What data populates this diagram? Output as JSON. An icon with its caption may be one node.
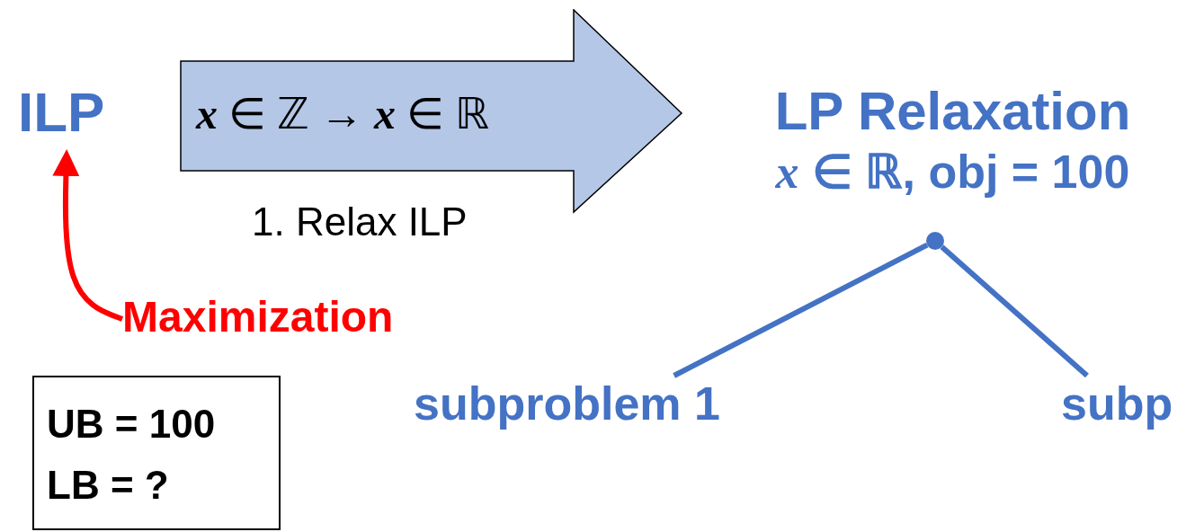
{
  "diagram": {
    "nodes": [
      {
        "text": [
          "ILP"
        ]
      },
      {
        "text": [
          "*x* ∈ ℤ → *x* ∈ ℝ"
        ],
        "beside": [
          "1. Relax ILP"
        ]
      },
      {
        "text": [
          "LP Relaxation",
          "*x* ∈ ℝ, obj = 100"
        ]
      },
      {
        "text": [],
        "shape": "circle"
      },
      {
        "text": [
          "subproblem 1"
        ]
      },
      {
        "text": [
          "subp"
        ]
      },
      {
        "text": [
          "Maximization"
        ]
      },
      {
        "text": [
          "UB = 100",
          "LB = ?"
        ]
      }
    ],
    "edges": [
      {
        "from": 3,
        "to": 4,
        "arrow": "none"
      },
      {
        "from": 3,
        "to": 5,
        "arrow": "none"
      },
      {
        "from": 6,
        "to": 0,
        "arrow": "to",
        "color": "#ff0000"
      }
    ]
  }
}
